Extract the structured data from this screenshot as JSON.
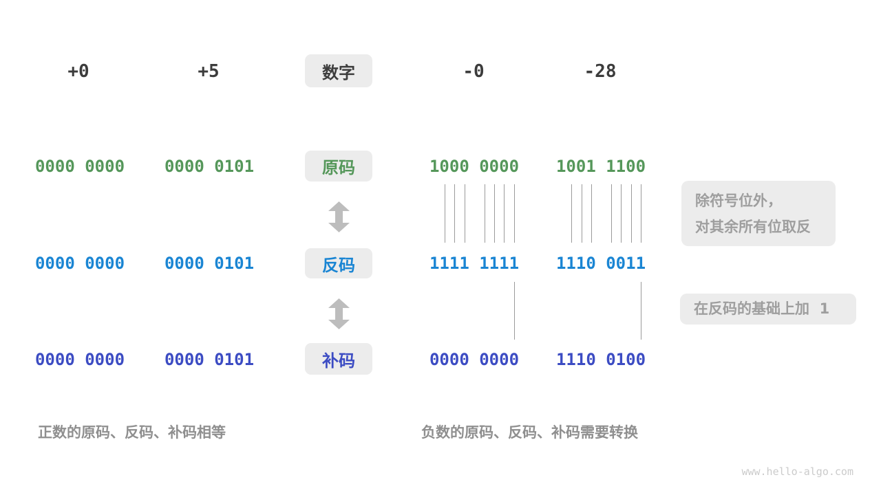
{
  "title_row": {
    "numbers": [
      "+0",
      "+5",
      "-0",
      "-28"
    ],
    "tag_label": "数字"
  },
  "rows": [
    {
      "label": "原码",
      "values": [
        "0000 0000",
        "0000 0101",
        "1000 0000",
        "1001 1100"
      ],
      "color": "#55975a"
    },
    {
      "label": "反码",
      "values": [
        "0000 0000",
        "0000 0101",
        "1111 1111",
        "1110 0011"
      ],
      "color": "#1a85d3"
    },
    {
      "label": "补码",
      "values": [
        "0000 0000",
        "0000 0101",
        "0000 0000",
        "1110 0100"
      ],
      "color": "#3c4cc3"
    }
  ],
  "annotations": {
    "invert_note_line1": "除符号位外，",
    "invert_note_line2": "对其余所有位取反",
    "add_one_note": "在反码的基础上加  1"
  },
  "captions": {
    "positive": "正数的原码、反码、补码相等",
    "negative": "负数的原码、反码、补码需要转换"
  },
  "footer": "www.hello-algo.com",
  "palette": {
    "green": "#55975a",
    "azure": "#1a85d3",
    "indigo": "#3c4cc3",
    "label_box_bg": "#ececec",
    "note_text": "#9e9e9e",
    "arrow_gray": "#bdbdbd",
    "caption_text": "#8f8f8f",
    "heading_text": "#3c3c3c",
    "connector_line": "#9a9a9a",
    "footer_text": "#cbcbcb",
    "background": "#ffffff"
  }
}
